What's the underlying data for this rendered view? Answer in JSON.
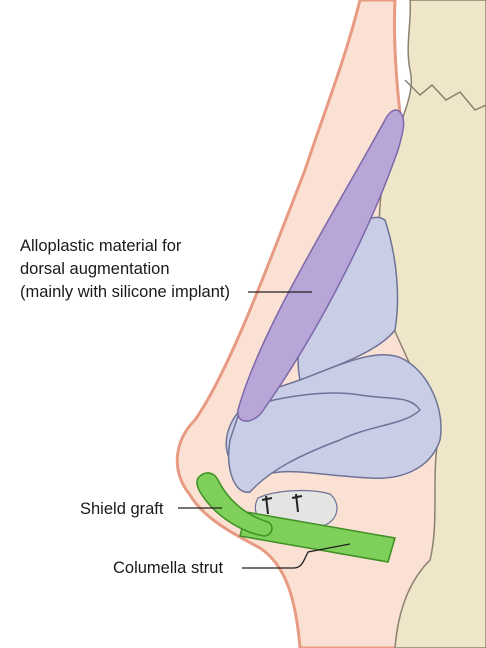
{
  "labels": {
    "alloplastic": [
      "Alloplastic material for",
      "dorsal augmentation",
      "(mainly with silicone implant)"
    ],
    "shield_graft": "Shield graft",
    "columella_strut": "Columella strut"
  },
  "colors": {
    "skin_fill": "#fbe0d4",
    "skin_edge": "#e79b82",
    "bone": "#efe6c9",
    "bone_edge": "#8a8270",
    "cartilage": "#c9cde6",
    "cartilage_edge": "#6d7396",
    "implant": "#b8a6d8",
    "implant_edge": "#7c68a8",
    "graft": "#7ed05a",
    "graft_edge": "#3f8f25",
    "leader": "#222222"
  }
}
